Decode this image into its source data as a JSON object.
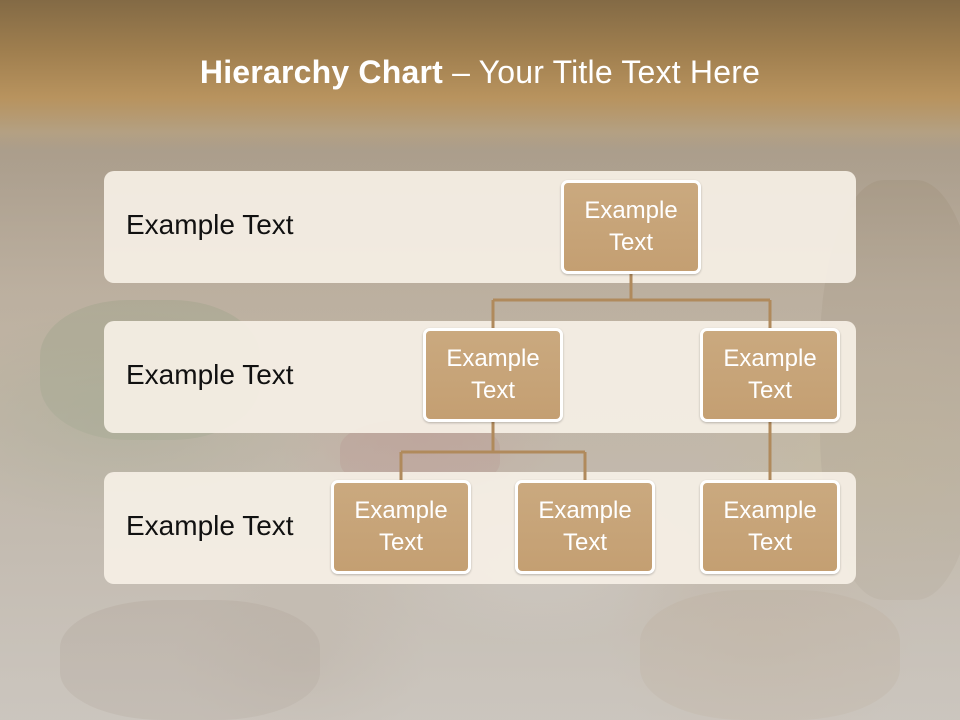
{
  "title": {
    "bold": "Hierarchy Chart",
    "rest": " – Your Title Text Here"
  },
  "rows": [
    {
      "label": "Example Text"
    },
    {
      "label": "Example Text"
    },
    {
      "label": "Example Text"
    }
  ],
  "nodes": {
    "root": "Example Text",
    "level2_left": "Example Text",
    "level2_right": "Example Text",
    "level3_a": "Example Text",
    "level3_b": "Example Text",
    "level3_c": "Example Text"
  },
  "colors": {
    "node_fill": "#c6a477",
    "connector": "#b08a5c",
    "band": "#f6f0e6",
    "title_bar": "#a07f4f"
  }
}
